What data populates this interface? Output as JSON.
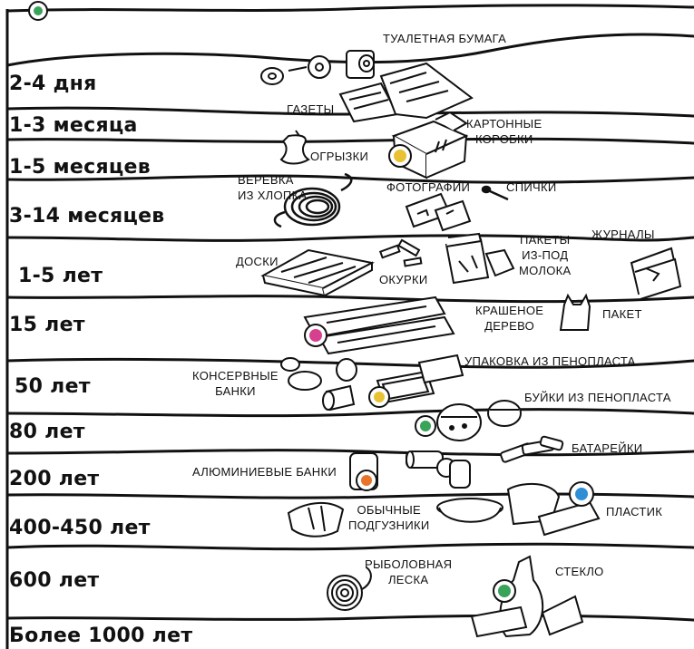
{
  "periods": [
    "2-4 дня",
    "1-3 месяца",
    "1-5 месяцев",
    "3-14 месяцев",
    "1-5 лет",
    "15 лет",
    "50 лет",
    "80 лет",
    "200 лет",
    "400-450 лет",
    "600 лет",
    "Более 1000 лет"
  ],
  "items": {
    "toilet_paper": "ТУАЛЕТНАЯ БУМАГА",
    "newspapers": "ГАЗЕТЫ",
    "cardboard": [
      "КАРТОННЫЕ",
      "КОРОБКИ"
    ],
    "cores": "ОГРЫЗКИ",
    "cotton_rope": [
      "ВЕРЕВКА",
      "ИЗ ХЛОПКА"
    ],
    "photos": "ФОТОГРАФИИ",
    "matches": "СПИЧКИ",
    "boards": "ДОСКИ",
    "butts": "ОКУРКИ",
    "milk_packs": [
      "ПАКЕТЫ",
      "ИЗ-ПОД",
      "МОЛОКА"
    ],
    "magazines": "ЖУРНАЛЫ",
    "painted_wood": [
      "КРАШЕНОЕ",
      "ДЕРЕВО"
    ],
    "bag": "ПАКЕТ",
    "styrofoam_pack": "УПАКОВКА ИЗ ПЕНОПЛАСТА",
    "tin_cans": [
      "КОНСЕРВНЫЕ",
      "БАНКИ"
    ],
    "buoys": "БУЙКИ ИЗ ПЕНОПЛАСТА",
    "batteries": "БАТАРЕЙКИ",
    "aluminium_cans": "АЛЮМИНИЕВЫЕ БАНКИ",
    "diapers": [
      "ОБЫЧНЫЕ",
      "ПОДГУЗНИКИ"
    ],
    "plastic": "ПЛАСТИК",
    "fishing_line": [
      "РЫБОЛОВНАЯ",
      "ЛЕСКА"
    ],
    "glass": "СТЕКЛО"
  },
  "colors": {
    "ink": "#111111",
    "badge_orange": "#e8742a",
    "badge_pink": "#d6408f",
    "badge_blue": "#2f8fd6",
    "badge_green": "#3aa35a",
    "badge_yellow": "#e9c233"
  }
}
